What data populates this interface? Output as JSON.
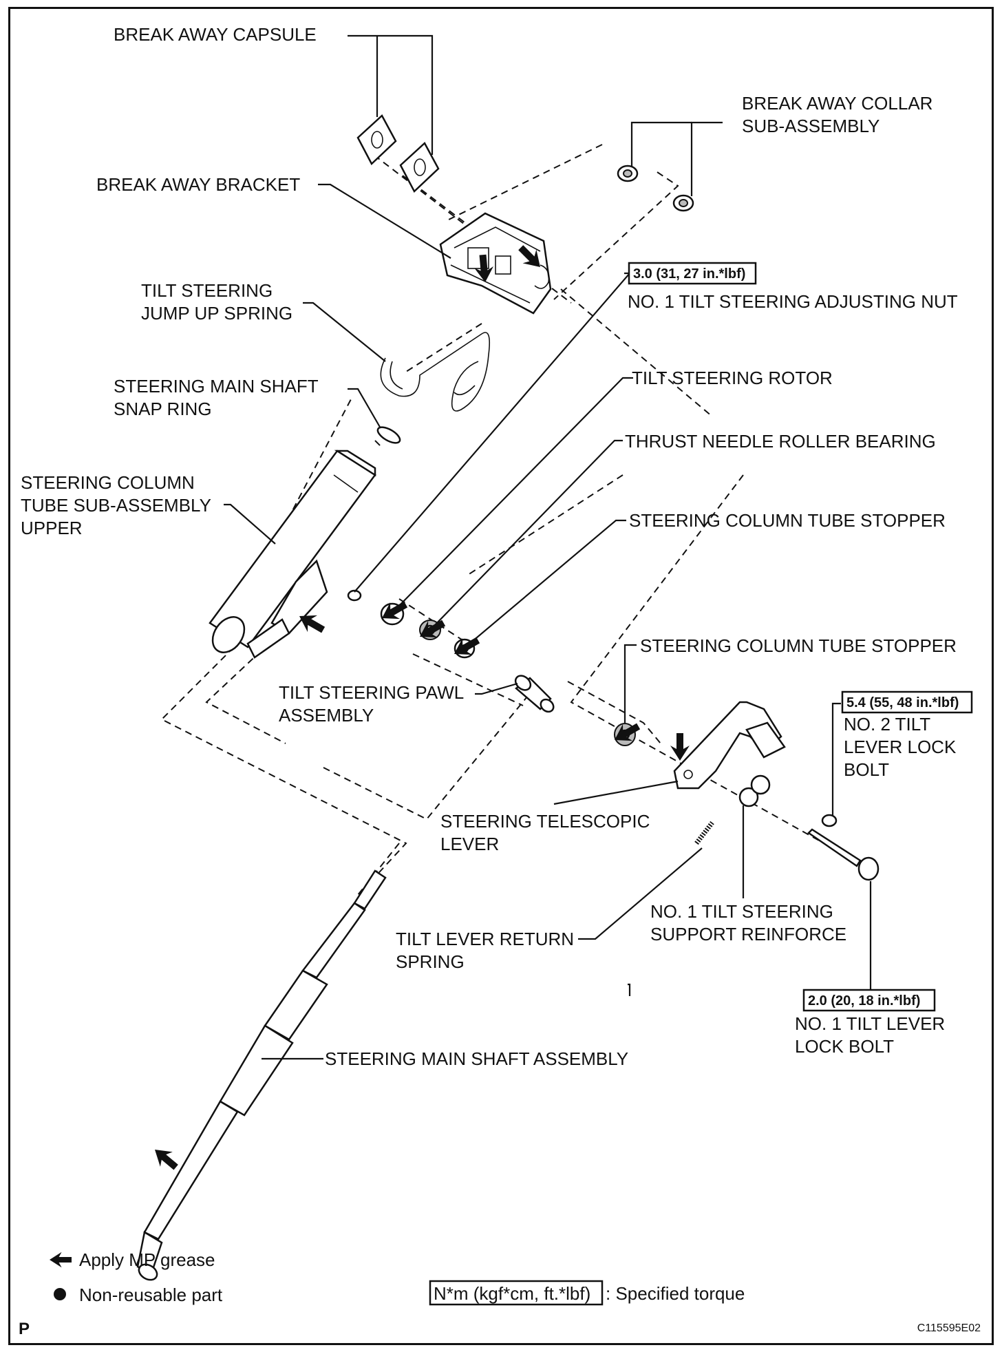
{
  "labels": {
    "break_away_capsule": "BREAK AWAY CAPSULE",
    "break_away_collar_1": "BREAK AWAY COLLAR",
    "break_away_collar_2": "SUB-ASSEMBLY",
    "break_away_bracket": "BREAK AWAY BRACKET",
    "jump_up_spring_1": "TILT STEERING",
    "jump_up_spring_2": "JUMP UP SPRING",
    "adjusting_nut": "NO. 1 TILT STEERING ADJUSTING NUT",
    "snap_ring_1": "STEERING MAIN SHAFT",
    "snap_ring_2": "SNAP RING",
    "tilt_rotor": "TILT STEERING ROTOR",
    "thrust_bearing": "THRUST NEEDLE ROLLER BEARING",
    "column_tube_1": "STEERING COLUMN",
    "column_tube_2": "TUBE SUB-ASSEMBLY",
    "column_tube_3": "UPPER",
    "tube_stopper_1": "STEERING COLUMN TUBE STOPPER",
    "tube_stopper_2": "STEERING COLUMN TUBE STOPPER",
    "pawl_1": "TILT STEERING PAWL",
    "pawl_2": "ASSEMBLY",
    "no2_bolt_1": "NO. 2 TILT",
    "no2_bolt_2": "LEVER LOCK",
    "no2_bolt_3": "BOLT",
    "telescopic_1": "STEERING TELESCOPIC",
    "telescopic_2": "LEVER",
    "support_reinforce_1": "NO. 1 TILT STEERING",
    "support_reinforce_2": "SUPPORT REINFORCE",
    "return_spring_1": "TILT LEVER RETURN",
    "return_spring_2": "SPRING",
    "no1_bolt_1": "NO. 1 TILT LEVER",
    "no1_bolt_2": "LOCK BOLT",
    "main_shaft": "STEERING MAIN SHAFT ASSEMBLY"
  },
  "torques": {
    "adjusting_nut": "3.0 (31, 27 in.*lbf)",
    "no2_bolt": "5.4 (55, 48 in.*lbf)",
    "no1_bolt": "2.0 (20, 18 in.*lbf)"
  },
  "legend": {
    "grease": "Apply MP grease",
    "nonreusable": "Non-reusable part",
    "torque_unit": "N*m (kgf*cm, ft.*lbf)",
    "torque_desc": ": Specified torque"
  },
  "corner": {
    "left": "P",
    "code": "C115595E02"
  }
}
